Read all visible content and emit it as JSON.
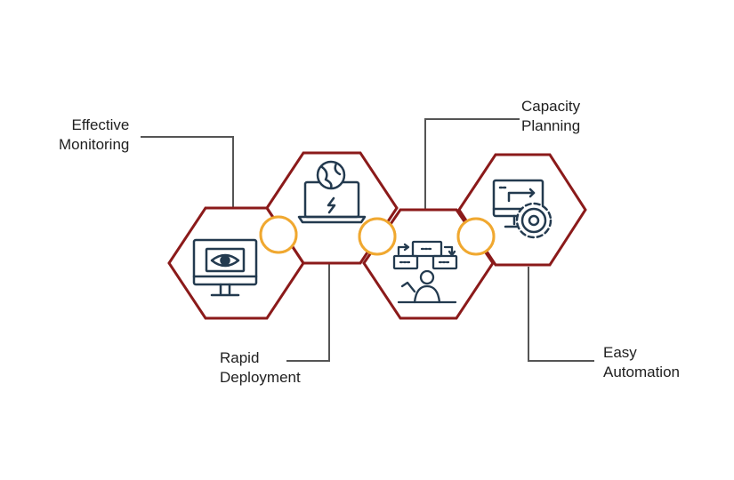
{
  "colors": {
    "hexagon_stroke": "#8b1a1a",
    "connector_circle": "#f0a830",
    "icon_stroke": "#233a4f",
    "leader_line": "#555555",
    "label_text": "#1f1f1f",
    "background": "#ffffff"
  },
  "items": [
    {
      "id": "monitoring",
      "line1": "Effective",
      "line2": "Monitoring",
      "icon": "monitor-eye-icon"
    },
    {
      "id": "rapid",
      "line1": "Rapid",
      "line2": "Deployment",
      "icon": "laptop-globe-lightning-icon"
    },
    {
      "id": "capacity",
      "line1": "Capacity",
      "line2": "Planning",
      "icon": "person-chat-bubbles-icon"
    },
    {
      "id": "easy",
      "line1": "Easy",
      "line2": "Automation",
      "icon": "monitor-gear-icon"
    }
  ]
}
